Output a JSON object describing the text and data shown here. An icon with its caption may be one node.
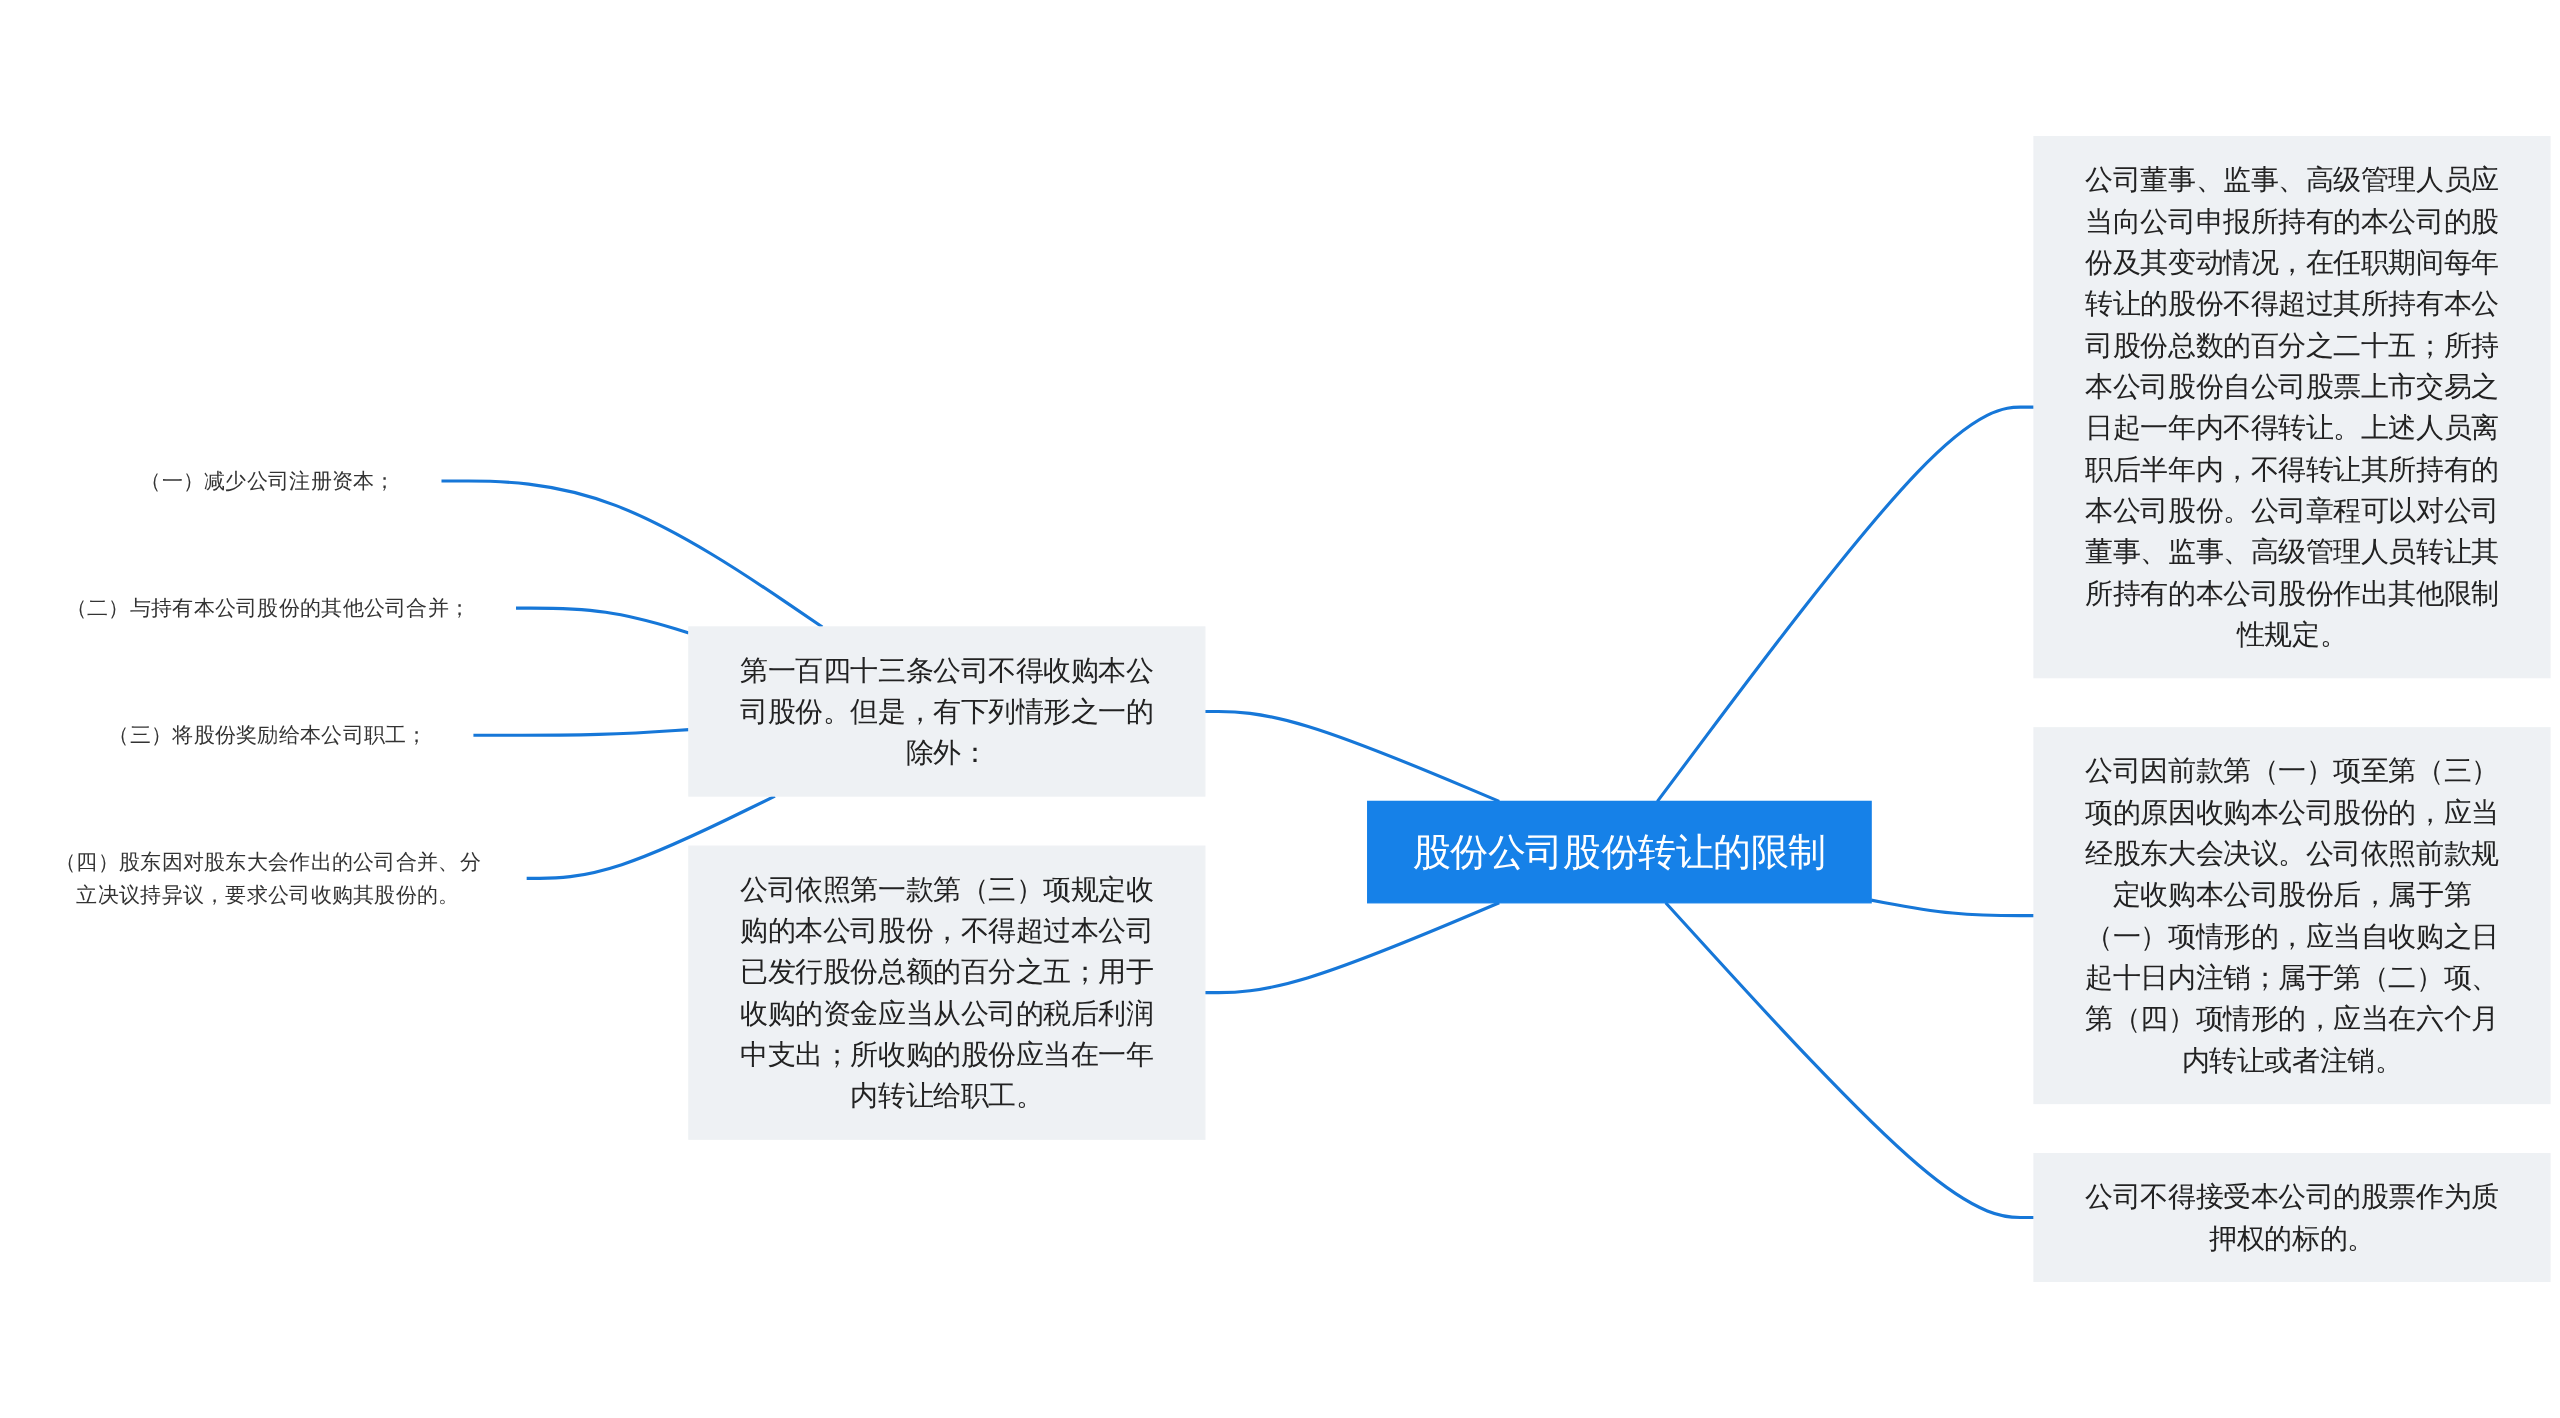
{
  "diagram": {
    "nodes": [
      {
        "text": [
          "股份公司股份转让的限制"
        ]
      },
      {
        "text": [
          "第一百四十三条公司不得收购本公司股份。但是，有下列情形之一的除外："
        ]
      },
      {
        "text": [
          "（一）减少公司注册资本；"
        ]
      },
      {
        "text": [
          "（二）与持有本公司股份的其他公司合并；"
        ]
      },
      {
        "text": [
          "（三）将股份奖励给本公司职工；"
        ]
      },
      {
        "text": [
          "（四）股东因对股东大会作出的公司合并、分立决议持异议，要求公司收购其股份的。"
        ]
      },
      {
        "text": [
          "公司依照第一款第（三）项规定收购的本公司股份，不得超过本公司已发行股份总额的百分之五；用于收购的资金应当从公司的税后利润中支出；所收购的股份应当在一年内转让给职工。"
        ]
      },
      {
        "text": [
          "公司董事、监事、高级管理人员应当向公司申报所持有的本公司的股份及其变动情况，在任职期间每年转让的股份不得超过其所持有本公司股份总数的百分之二十五；所持本公司股份自公司股票上市交易之日起一年内不得转让。上述人员离职后半年内，不得转让其所持有的本公司股份。公司章程可以对公司董事、监事、高级管理人员转让其所持有的本公司股份作出其他限制性规定。"
        ]
      },
      {
        "text": [
          "公司因前款第（一）项至第（三）项的原因收购本公司股份的，应当经股东大会决议。公司依照前款规定收购本公司股份后，属于第（一）项情形的，应当自收购之日起十日内注销；属于第（二）项、第（四）项情形的，应当在六个月内转让或者注销。"
        ]
      },
      {
        "text": [
          "公司不得接受本公司的股票作为质押权的标的。"
        ]
      }
    ],
    "edges": [
      {
        "from": 2,
        "to": 1,
        "arrow": "none"
      },
      {
        "from": 3,
        "to": 1,
        "arrow": "none"
      },
      {
        "from": 4,
        "to": 1,
        "arrow": "none"
      },
      {
        "from": 5,
        "to": 1,
        "arrow": "none"
      },
      {
        "from": 1,
        "to": 0,
        "arrow": "none"
      },
      {
        "from": 6,
        "to": 0,
        "arrow": "none"
      },
      {
        "from": 0,
        "to": 7,
        "arrow": "none"
      },
      {
        "from": 0,
        "to": 8,
        "arrow": "none"
      },
      {
        "from": 0,
        "to": 9,
        "arrow": "none"
      }
    ]
  }
}
